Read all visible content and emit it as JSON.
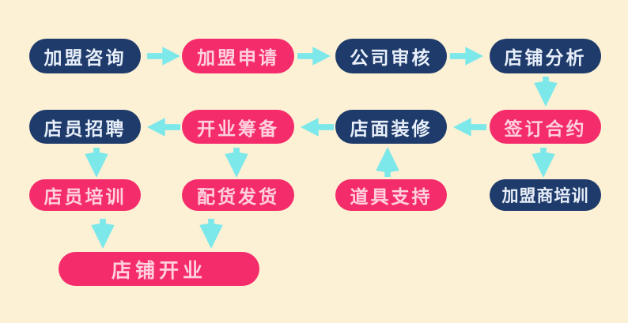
{
  "colors": {
    "background": "#FCF1D5",
    "navy_node": "#1E3B6B",
    "pink_node": "#F52C6B",
    "arrow_cyan": "#7DE8EA",
    "navy_node_text": "#E8EFF9",
    "pink_node_text": "#FFD0DE"
  },
  "flowchart": {
    "nodes": [
      {
        "id": "franchise-consult",
        "label": "加盟咨询",
        "color": "navy"
      },
      {
        "id": "franchise-apply",
        "label": "加盟申请",
        "color": "pink"
      },
      {
        "id": "company-review",
        "label": "公司审核",
        "color": "navy"
      },
      {
        "id": "store-analysis",
        "label": "店铺分析",
        "color": "navy"
      },
      {
        "id": "sign-contract",
        "label": "签订合约",
        "color": "pink"
      },
      {
        "id": "store-decoration",
        "label": "店面装修",
        "color": "navy"
      },
      {
        "id": "opening-prep",
        "label": "开业筹备",
        "color": "pink"
      },
      {
        "id": "staff-recruit",
        "label": "店员招聘",
        "color": "navy"
      },
      {
        "id": "staff-training",
        "label": "店员培训",
        "color": "pink"
      },
      {
        "id": "goods-delivery",
        "label": "配货发货",
        "color": "pink"
      },
      {
        "id": "props-support",
        "label": "道具支持",
        "color": "pink"
      },
      {
        "id": "franchisee-training",
        "label": "加盟商培训",
        "color": "navy"
      },
      {
        "id": "store-opening",
        "label": "店铺开业",
        "color": "pink"
      }
    ],
    "connections": [
      {
        "from": "加盟咨询",
        "to": "加盟申请",
        "direction": "right"
      },
      {
        "from": "加盟申请",
        "to": "公司审核",
        "direction": "right"
      },
      {
        "from": "公司审核",
        "to": "店铺分析",
        "direction": "right"
      },
      {
        "from": "店铺分析",
        "to": "签订合约",
        "direction": "down"
      },
      {
        "from": "签订合约",
        "to": "店面装修",
        "direction": "left"
      },
      {
        "from": "店面装修",
        "to": "开业筹备",
        "direction": "left"
      },
      {
        "from": "开业筹备",
        "to": "店员招聘",
        "direction": "left"
      },
      {
        "from": "店员招聘",
        "to": "店员培训",
        "direction": "down"
      },
      {
        "from": "开业筹备",
        "to": "配货发货",
        "direction": "down"
      },
      {
        "from": "道具支持",
        "to": "店面装修",
        "direction": "up"
      },
      {
        "from": "签订合约",
        "to": "加盟商培训",
        "direction": "down"
      },
      {
        "from": "店员培训",
        "to": "店铺开业",
        "direction": "down"
      },
      {
        "from": "配货发货",
        "to": "店铺开业",
        "direction": "down"
      }
    ]
  }
}
